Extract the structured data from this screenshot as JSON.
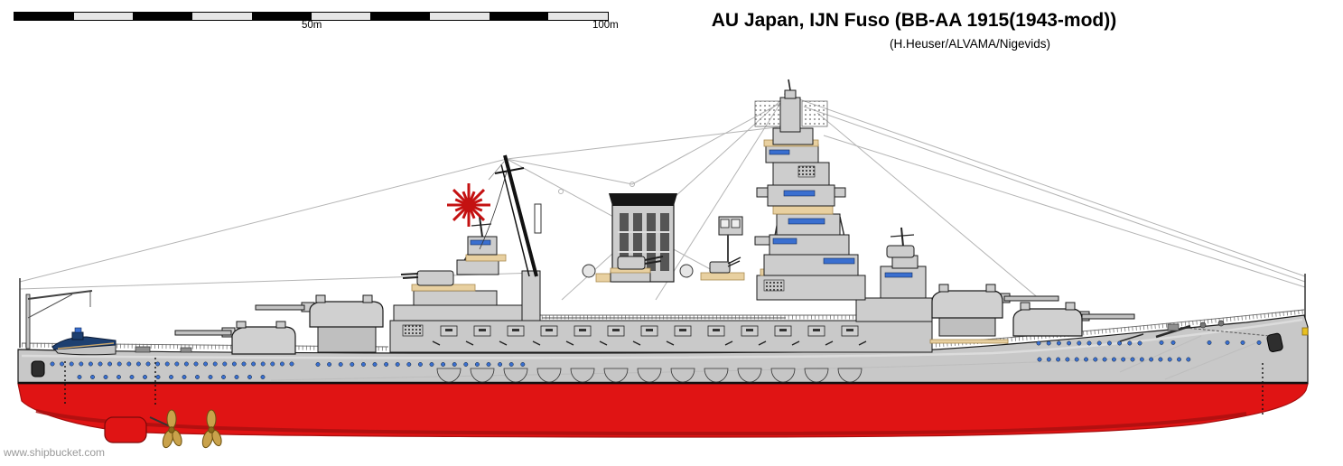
{
  "header": {
    "title": "AU Japan, IJN Fuso (BB-AA 1915(1943-mod))",
    "credit": "(H.Heuser/ALVAMA/Nigevids)"
  },
  "scale_bar": {
    "mid_label": "50m",
    "end_label": "100m",
    "segments": 10,
    "meters_total": 100
  },
  "watermark": "www.shipbucket.com",
  "ship": {
    "name": "IJN Fuso",
    "designation": "BB-AA 1915(1943-mod)",
    "nation": "AU Japan",
    "ensign": "rising-sun-naval-ensign"
  },
  "colors": {
    "hull": "#c8c8c8",
    "hull_light": "#dedede",
    "hull_dark": "#b0b0b0",
    "outline": "#1a1a1a",
    "red": "#e01414",
    "red_dark": "#a80f0f",
    "tan": "#e8d0a0",
    "tan_dark": "#a98a4f",
    "blue": "#3a6fd0",
    "navy": "#1d3f70",
    "flag_red": "#c41111",
    "gold": "#c9a24b",
    "rigging": "#b4b4b4",
    "watermark_gray": "#999999",
    "scale_light": "#e6e6e6"
  }
}
